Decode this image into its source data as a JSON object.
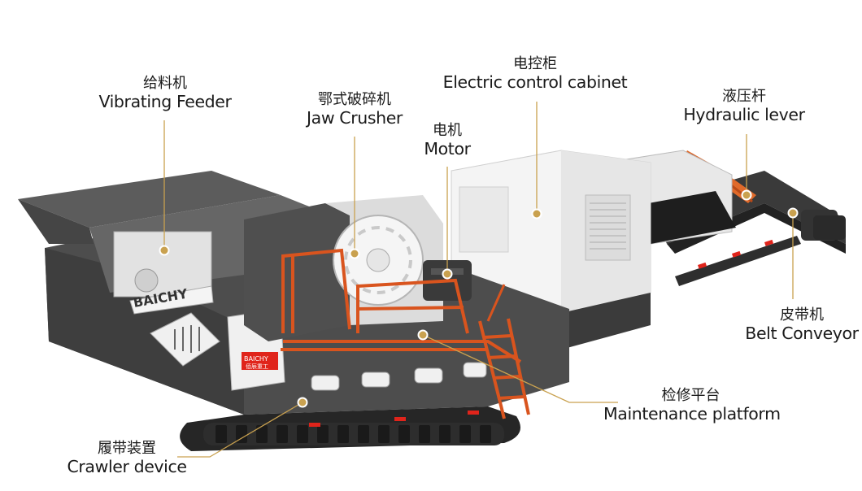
{
  "colors": {
    "machine_body": "#4a4a4a",
    "machine_dark": "#2f2f2f",
    "panel_white": "#f2f2f2",
    "platform_orange": "#d9541e",
    "leader_line": "#c9a14f",
    "accent_red": "#e0241b"
  },
  "brand": {
    "logo_text": "BAICHY",
    "badge_zh": "佰辰重工"
  },
  "labels": [
    {
      "id": "vibrating-feeder",
      "zh": "给料机",
      "en": "Vibrating Feeder"
    },
    {
      "id": "jaw-crusher",
      "zh": "鄂式破碎机",
      "en": "Jaw Crusher"
    },
    {
      "id": "motor",
      "zh": "电机",
      "en": "Motor"
    },
    {
      "id": "electric-control-cabinet",
      "zh": "电控柜",
      "en": "Electric control cabinet"
    },
    {
      "id": "hydraulic-lever",
      "zh": "液压杆",
      "en": "Hydraulic lever"
    },
    {
      "id": "belt-conveyor",
      "zh": "皮带机",
      "en": "Belt Conveyor"
    },
    {
      "id": "maintenance-platform",
      "zh": "检修平台",
      "en": "Maintenance platform"
    },
    {
      "id": "crawler-device",
      "zh": "履带装置",
      "en": "Crawler device"
    }
  ]
}
